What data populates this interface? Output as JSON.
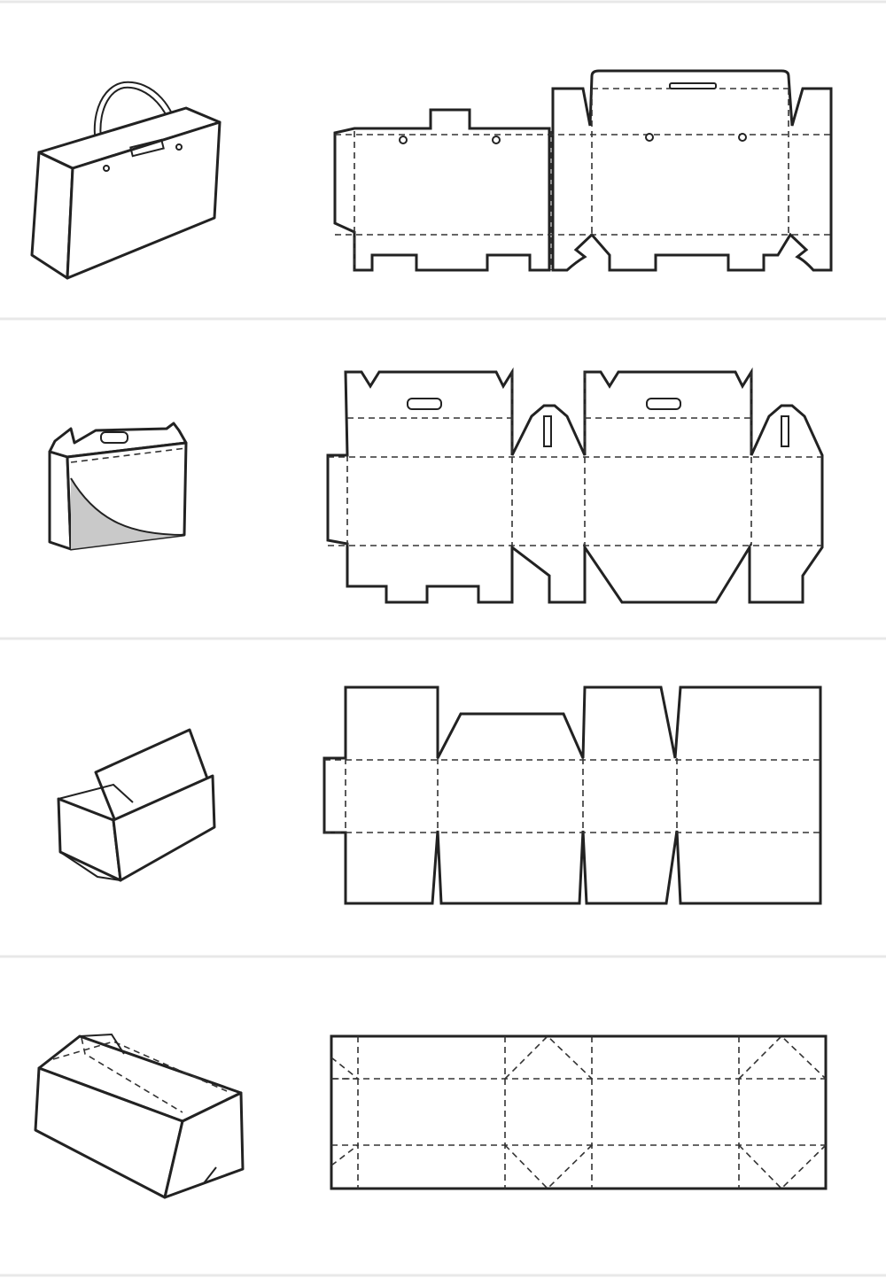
{
  "page": {
    "background": "#ffffff",
    "line_color": "#222222",
    "divider_color": "#e8e8e8",
    "shade_color": "#c9c9c9"
  },
  "rows": [
    {
      "id": "suitcase-box",
      "illustration": "handled-suitcase-box-icon",
      "dieline": "suitcase-box-dieline"
    },
    {
      "id": "gable-handle-box",
      "illustration": "gable-carry-box-icon",
      "dieline": "gable-box-dieline"
    },
    {
      "id": "tuck-end-box",
      "illustration": "open-lid-box-icon",
      "dieline": "tuck-box-dieline"
    },
    {
      "id": "wrap-around-box",
      "illustration": "folded-end-box-icon",
      "dieline": "wrap-box-dieline"
    }
  ]
}
